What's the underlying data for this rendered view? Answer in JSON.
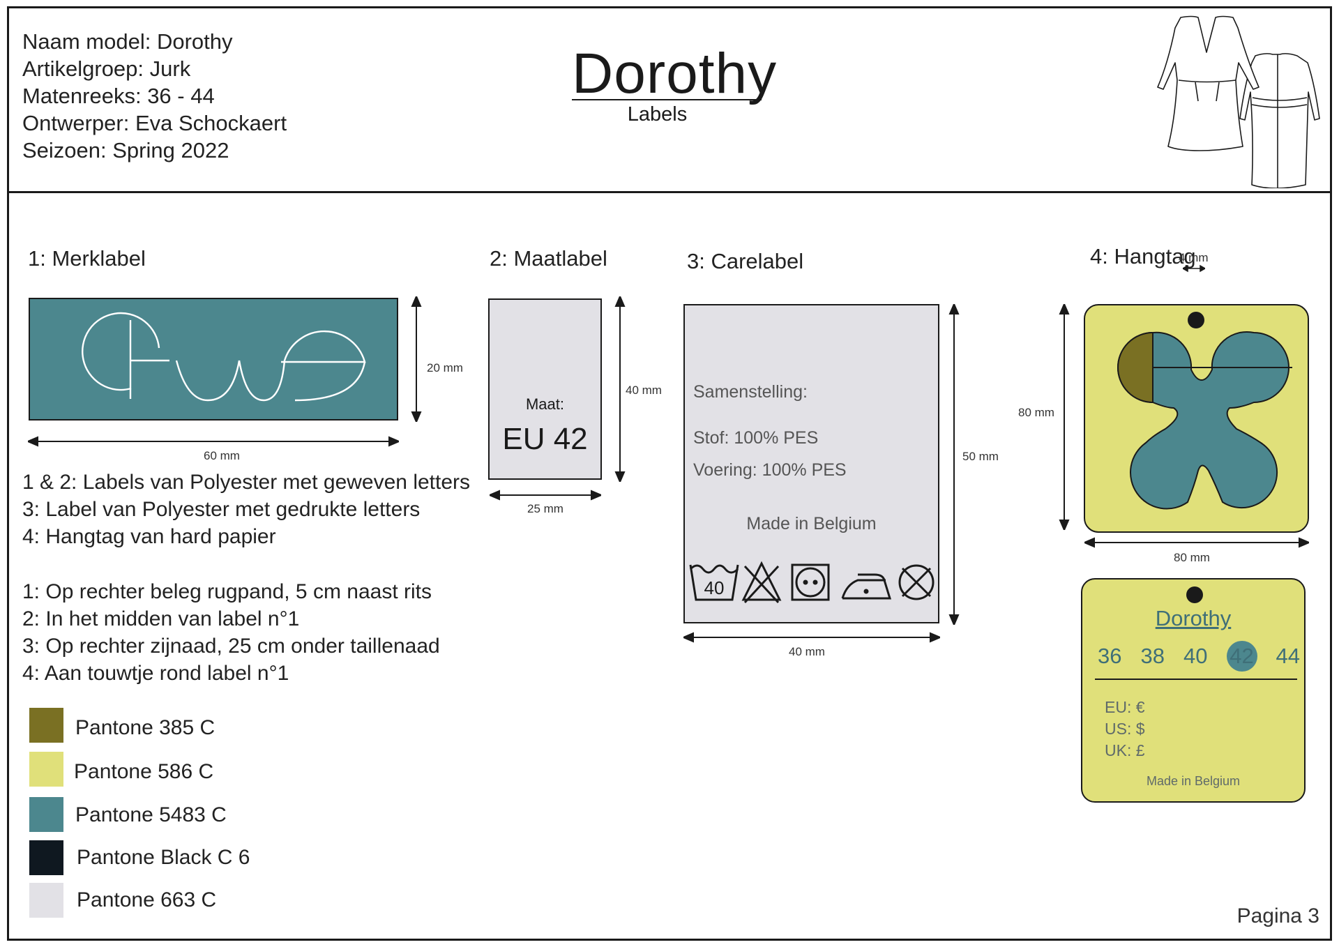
{
  "meta": {
    "model": "Naam model: Dorothy",
    "group": "Artikelgroep: Jurk",
    "sizes": "Matenreeks: 36 - 44",
    "designer": "Ontwerper: Eva Schockaert",
    "season": "Seizoen: Spring 2022"
  },
  "title": "Dorothy",
  "subtitle": "Labels",
  "sections": {
    "merklabel": "1: Merklabel",
    "maatlabel": "2: Maatlabel",
    "carelabel": "3: Carelabel",
    "hangtag": "4: Hangtag"
  },
  "dims": {
    "merk_h": "20 mm",
    "merk_w": "60 mm",
    "maat_h": "40 mm",
    "maat_w": "25 mm",
    "care_h": "50 mm",
    "care_w": "40 mm",
    "hang_h": "80 mm",
    "hang_w": "80 mm",
    "hang_hole": "4 mm"
  },
  "maatlabel": {
    "label": "Maat:",
    "size": "EU 42"
  },
  "carelabel": {
    "heading": "Samenstelling:",
    "fabric": "Stof: 100% PES",
    "lining": "Voering: 100% PES",
    "origin": "Made in Belgium",
    "wash_temp": "40",
    "icons": [
      "wash-40-icon",
      "no-bleach-icon",
      "tumble-dry-icon",
      "iron-low-icon",
      "no-dry-clean-icon"
    ]
  },
  "notes": {
    "materials": [
      "1 & 2: Labels van Polyester met geweven letters",
      "3: Label van Polyester met gedrukte letters",
      "4: Hangtag van hard papier"
    ],
    "placement": [
      "1: Op rechter beleg rugpand, 5 cm naast rits",
      "2: In het midden van label n°1",
      "3: Op rechter zijnaad, 25 cm onder taillenaad",
      "4: Aan touwtje rond label n°1"
    ]
  },
  "swatches": [
    {
      "label": "Pantone 385 C",
      "color": "#7a7023"
    },
    {
      "label": "Pantone 586 C",
      "color": "#e0e07a"
    },
    {
      "label": "Pantone 5483 C",
      "color": "#4c878e"
    },
    {
      "label": "Pantone Black C 6",
      "color": "#0f1820"
    },
    {
      "label": "Pantone 663 C",
      "color": "#e2e1e6"
    }
  ],
  "hangtag_back": {
    "name": "Dorothy",
    "sizes": [
      "36",
      "38",
      "40",
      "42",
      "44"
    ],
    "selected_size": "42",
    "prices": [
      "EU: €",
      "US: $",
      "UK: £"
    ],
    "origin": "Made in Belgium"
  },
  "colors": {
    "teal": "#4c878e",
    "olive": "#7a7023",
    "yellow": "#e0e07a",
    "grey": "#e2e1e6",
    "black": "#1a1a1a"
  },
  "page": "Pagina 3"
}
